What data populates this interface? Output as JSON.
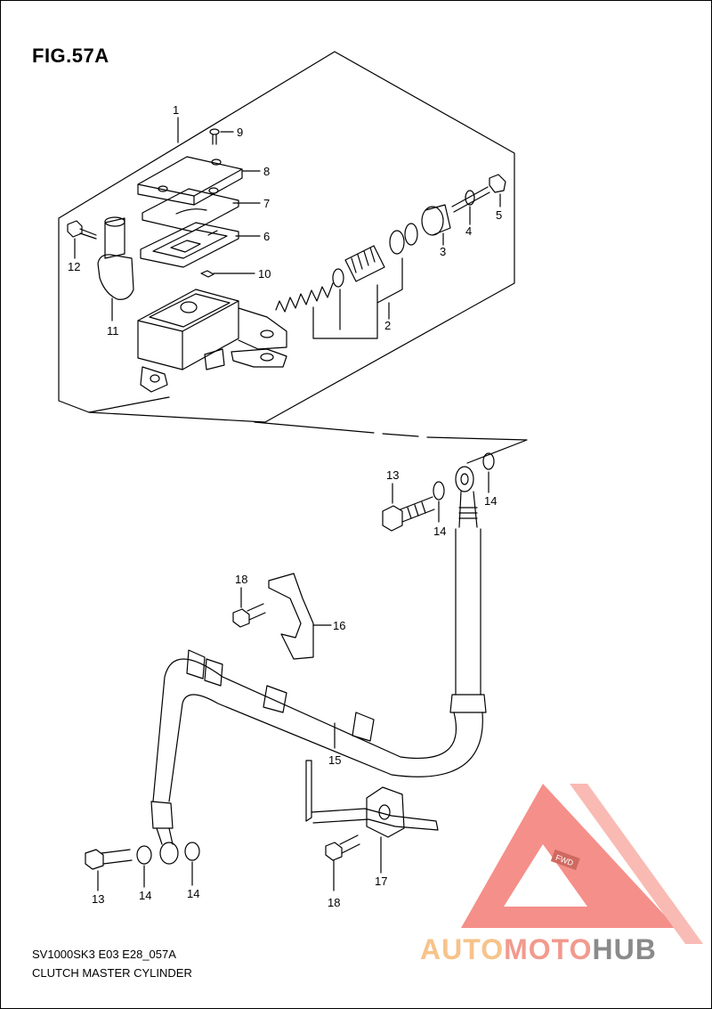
{
  "figure": {
    "title": "FIG.57A",
    "model_code": "SV1000SK3 E03 E28_057A",
    "name": "CLUTCH MASTER CYLINDER"
  },
  "callouts": [
    "1",
    "2",
    "3",
    "4",
    "5",
    "6",
    "7",
    "8",
    "9",
    "10",
    "11",
    "12",
    "13",
    "13",
    "14",
    "14",
    "14",
    "14",
    "15",
    "16",
    "17",
    "18",
    "18"
  ],
  "watermark": {
    "part_a": "AUTO",
    "part_b": "MOTO",
    "part_c": "HUB",
    "badge": "FWD"
  },
  "colors": {
    "line": "#000000",
    "watermark_triangle": "#f26a63",
    "watermark_orange": "#f7c38a",
    "watermark_grey": "#8a8a8a"
  }
}
